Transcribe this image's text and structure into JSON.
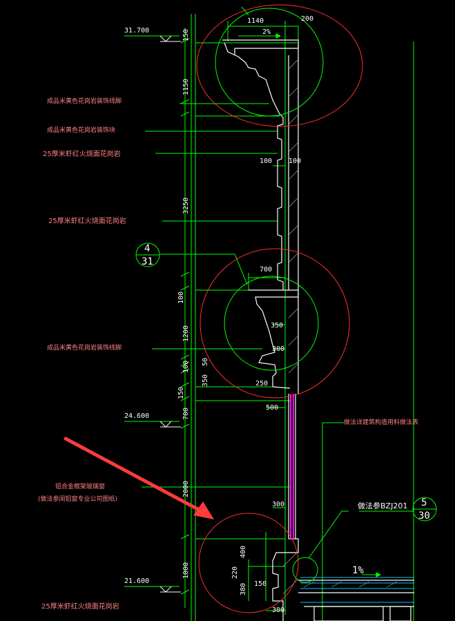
{
  "colors": {
    "background": "#000000",
    "dimension_line": "#00ff00",
    "structure": "#ffffff",
    "leader": "#00ff00",
    "note_text": "#ff8080",
    "highlight_circle": "#ff3030",
    "window": "#ff00ff",
    "arrow": "#ff3b3b",
    "detail_circle": "#00ff00"
  },
  "elevations": [
    {
      "id": "elev-top",
      "label": "31.700"
    },
    {
      "id": "elev-mid",
      "label": "24.600"
    },
    {
      "id": "elev-bottom",
      "label": "21.600"
    }
  ],
  "vertical_dims": [
    "150",
    "1150",
    "3250",
    "100",
    "1200",
    "100",
    "50",
    "350",
    "150",
    "700",
    "2000",
    "1000",
    "400",
    "220",
    "380"
  ],
  "horizontal_dims": [
    "1140",
    "200",
    "100",
    "100",
    "700",
    "350",
    "300",
    "250",
    "500",
    "300",
    "150",
    "300"
  ],
  "slope_labels": {
    "top": "2%",
    "bottom": "1%"
  },
  "notes": [
    "成品米黄色花岗岩装饰线脚",
    "成品米黄色花岗岩装饰块",
    "25厚米虾红火烧面花岗岩",
    "25厚米虾红火烧面花岗岩",
    "成品米黄色花岗岩装饰线脚",
    "铝合金框架玻璃窗",
    "(做法参阅铝窗专业公司图纸)",
    "25厚米虾红火烧面花岗岩",
    "做法详建筑构造用料做法表"
  ],
  "detail_ref_left": {
    "top": "4",
    "bottom": "31"
  },
  "detail_ref_right": {
    "top": "5",
    "bottom": "30"
  },
  "standard_ref": "做法参BZJ201",
  "icons": [
    "red-pointer-arrow-icon",
    "detail-callout-icon"
  ]
}
